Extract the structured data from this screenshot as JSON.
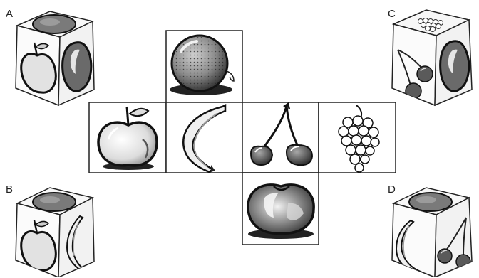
{
  "options": [
    {
      "label": "A",
      "top": "orange",
      "left": "apple",
      "right": "tomato"
    },
    {
      "label": "B",
      "top": "orange",
      "left": "apple",
      "right": "banana"
    },
    {
      "label": "C",
      "top": "grapes",
      "left": "cherries",
      "right": "tomato"
    },
    {
      "label": "D",
      "top": "orange",
      "left": "banana",
      "right": "cherries"
    }
  ],
  "net": {
    "faces": [
      "orange",
      "apple",
      "banana",
      "cherries",
      "grapes",
      "tomato"
    ]
  },
  "colors": {
    "line": "#222222",
    "fruit_light": "#e4e4e4",
    "fruit_mid": "#9a9a9a",
    "fruit_dark": "#4a4a4a"
  }
}
